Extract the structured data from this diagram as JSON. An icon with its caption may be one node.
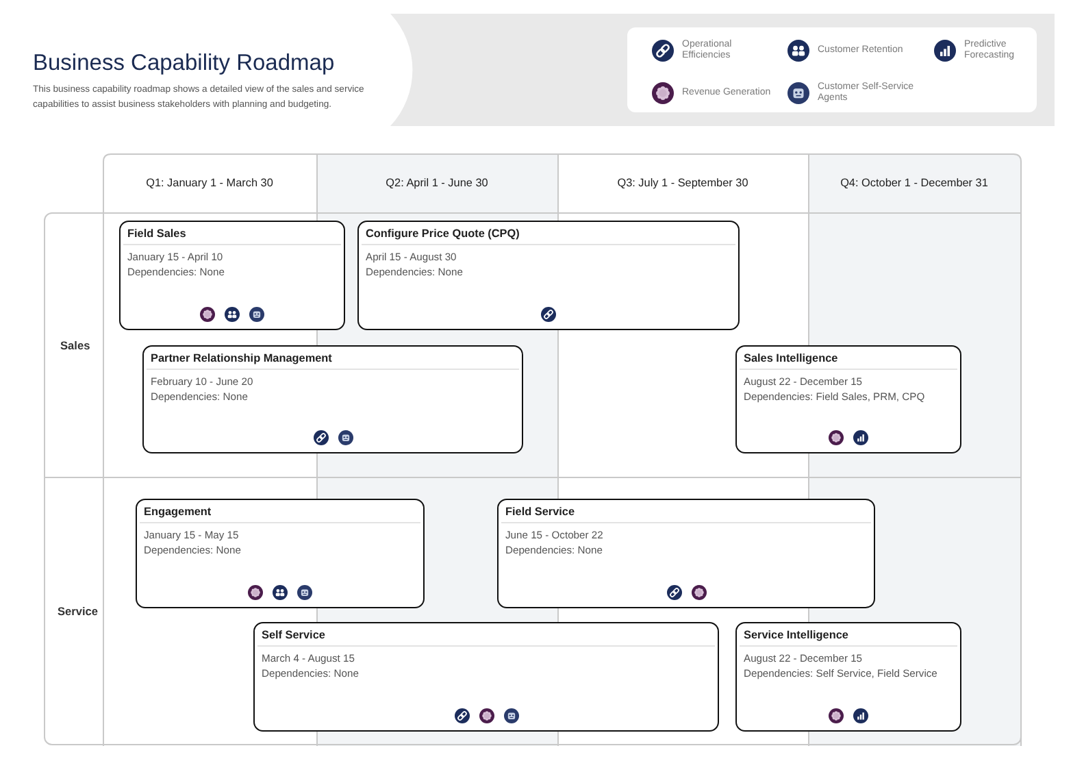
{
  "diagram": {
    "title": "Business Capability Roadmap",
    "nodes": [
      {
        "text": [
          "Sales"
        ]
      },
      {
        "text": [
          "Field Sales",
          "January 15 - April 10",
          "Dependencies: None"
        ],
        "in": 0
      },
      {
        "text": [
          "Configure Price Quote (CPQ)",
          "April 15 - August 30",
          "Dependencies: None"
        ],
        "in": 0
      },
      {
        "text": [
          "Partner Relationship Management",
          "February 10 - June 20",
          "Dependencies: None"
        ],
        "in": 0
      },
      {
        "text": [
          "Sales Intelligence",
          "August 22 - December 15",
          "Dependencies: Field Sales, PRM, CPQ"
        ],
        "in": 0
      },
      {
        "text": [
          "Service"
        ]
      },
      {
        "text": [
          "Engagement",
          "January 15 - May 15",
          "Dependencies: None"
        ],
        "in": 5
      },
      {
        "text": [
          "Field Service",
          "June 15 - October 22",
          "Dependencies: None"
        ],
        "in": 5
      },
      {
        "text": [
          "Self Service",
          "March 4 - August 15",
          "Dependencies: None"
        ],
        "in": 5
      },
      {
        "text": [
          "Service Intelligence",
          "August 22 - December 15",
          "Dependencies: Self Service, Field Service"
        ],
        "in": 5
      }
    ],
    "labels": [
      "This business capability roadmap shows a detailed view of the sales and service capabilities to assist business stakeholders with planning and budgeting.",
      "Q1: January 1 - March 30",
      "Q2: April 1 - June 30",
      "Q3: July 1 - September 30",
      "Q4: October 1 - December 31"
    ],
    "legend": [
      {
        "text": "Operational Efficiencies"
      },
      {
        "text": "Customer Retention"
      },
      {
        "text": "Predictive Forecasting"
      },
      {
        "text": "Revenue Generation"
      },
      {
        "text": "Customer Self-Service Agents"
      }
    ]
  }
}
